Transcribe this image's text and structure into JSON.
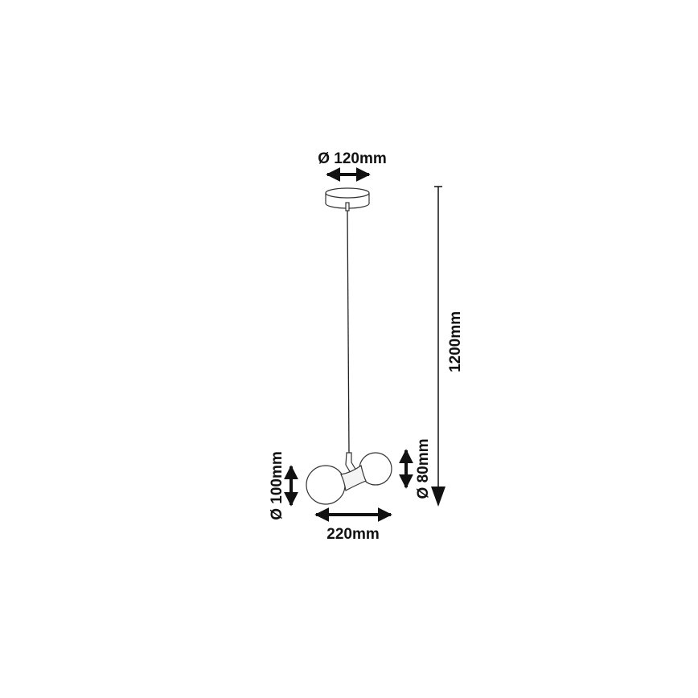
{
  "dimensions": {
    "canopy_diameter": "Ø 120mm",
    "total_height": "1200mm",
    "large_bulb_diameter": "Ø 100mm",
    "small_bulb_diameter": "Ø 80mm",
    "total_width": "220mm"
  },
  "colors": {
    "line": "#111111",
    "background": "#ffffff"
  }
}
